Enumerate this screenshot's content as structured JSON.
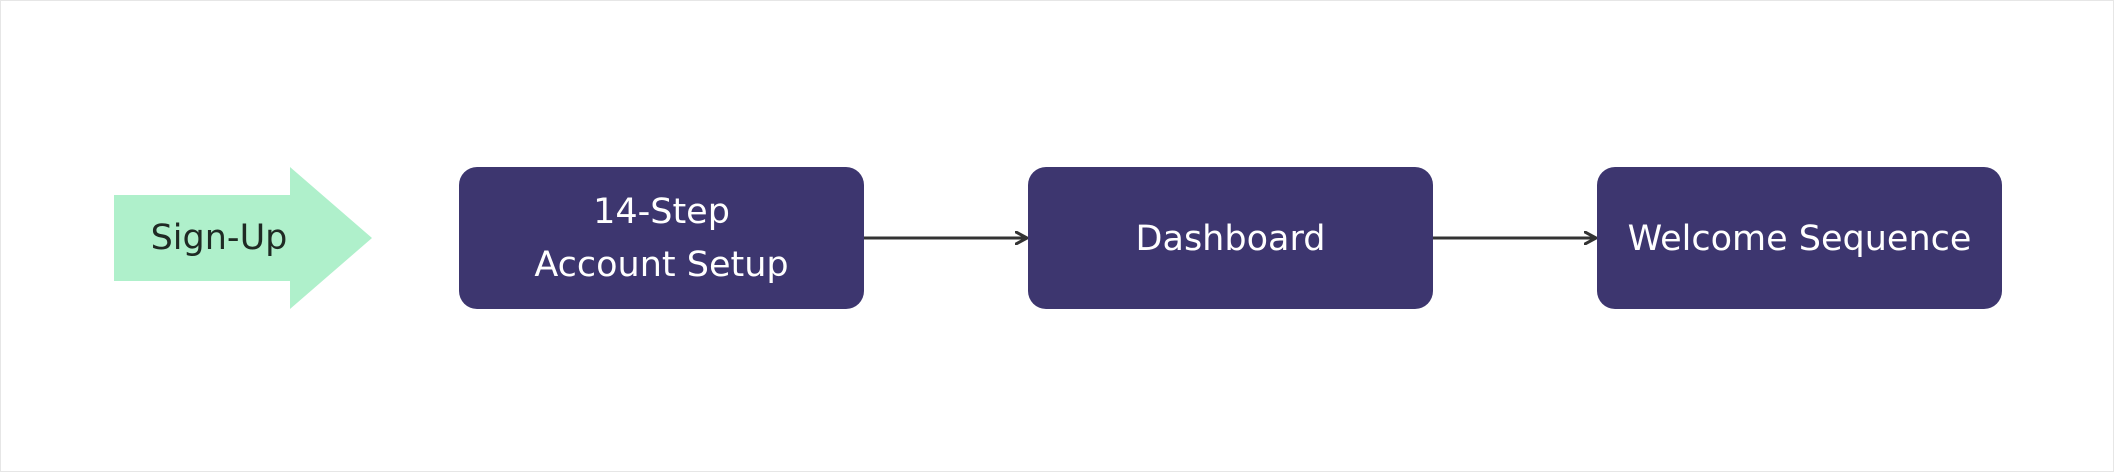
{
  "colors": {
    "node_fill": "#3d366f",
    "node_text": "#ffffff",
    "start_fill": "#aff0cb",
    "start_text": "#1f2a24",
    "connector": "#333333"
  },
  "start": {
    "label": "Sign-Up"
  },
  "steps": [
    {
      "line1": "14-Step",
      "line2": "Account Setup"
    },
    {
      "label": "Dashboard"
    },
    {
      "label": "Welcome Sequence"
    }
  ]
}
